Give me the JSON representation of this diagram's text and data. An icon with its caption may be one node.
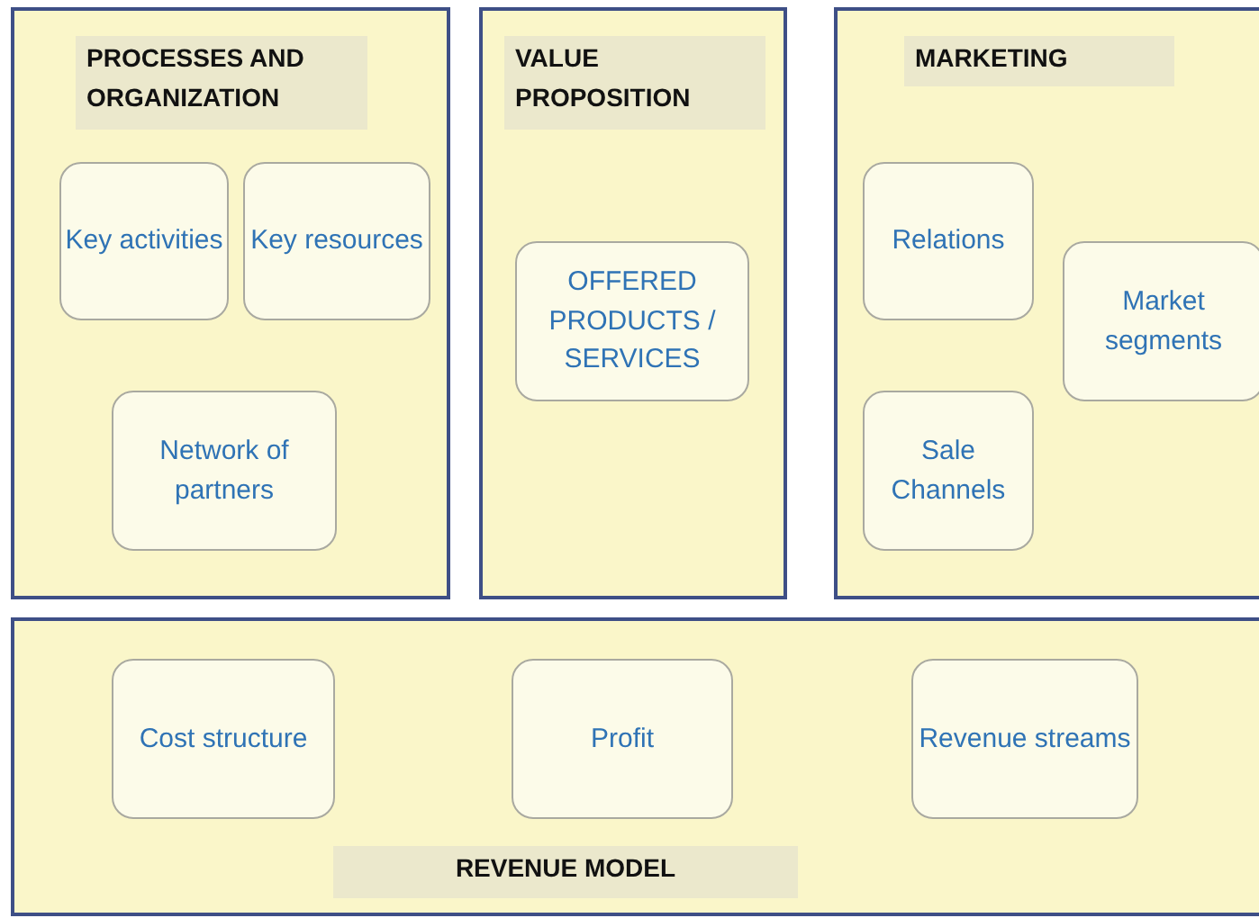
{
  "diagram": {
    "nodes": [
      {
        "text": [
          "PROCESSES AND ORGANIZATION"
        ]
      },
      {
        "text": [
          "Key activities"
        ],
        "in": 0
      },
      {
        "text": [
          "Key resources"
        ],
        "in": 0
      },
      {
        "text": [
          "Network of partners"
        ],
        "in": 0
      },
      {
        "text": [
          "VALUE PROPOSITION"
        ]
      },
      {
        "text": [
          "OFFERED PRODUCTS / SERVICES"
        ],
        "in": 4
      },
      {
        "text": [
          "MARKETING"
        ]
      },
      {
        "text": [
          "Relations"
        ],
        "in": 6
      },
      {
        "text": [
          "Market segments"
        ],
        "in": 6
      },
      {
        "text": [
          "Sale Channels"
        ],
        "in": 6
      },
      {
        "text": [
          "REVENUE MODEL"
        ]
      },
      {
        "text": [
          "Cost structure"
        ],
        "in": 10
      },
      {
        "text": [
          "Profit"
        ],
        "in": 10
      },
      {
        "text": [
          "Revenue streams"
        ],
        "in": 10
      }
    ]
  }
}
